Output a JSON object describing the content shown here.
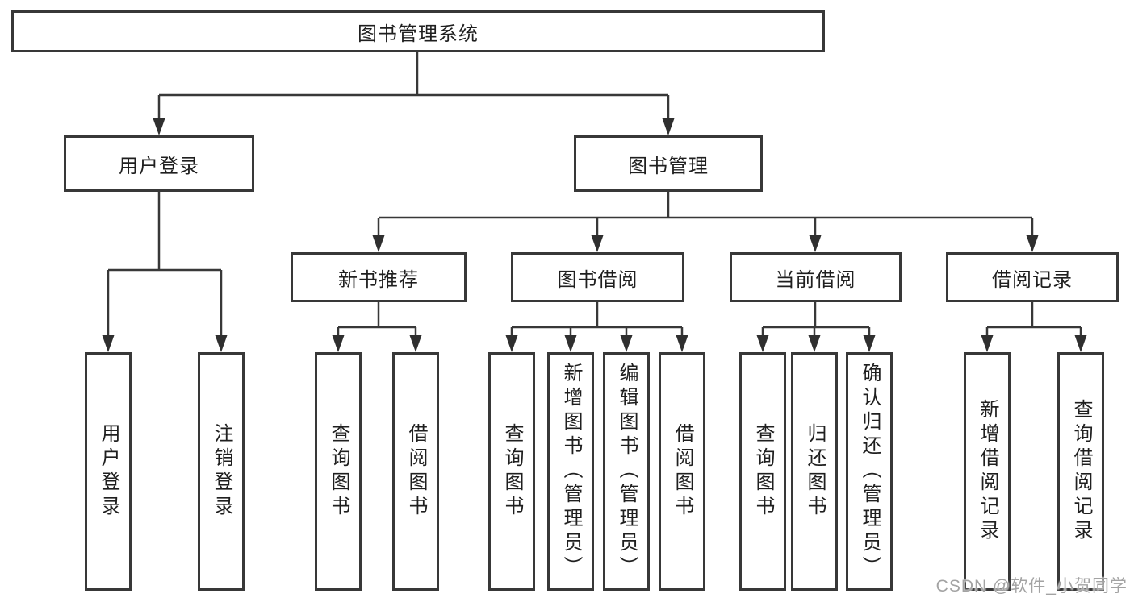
{
  "diagram_title": "图书管理系统",
  "watermark": "CSDN @软件_小贺同学",
  "colors": {
    "line": "#383838",
    "box_border": "#383838",
    "text": "#1f1f1f",
    "watermark": "#a3a3a3",
    "background": "#ffffff"
  },
  "nodes": {
    "root": {
      "label": "图书管理系统"
    },
    "level2": [
      {
        "label": "用户登录"
      },
      {
        "label": "图书管理"
      }
    ],
    "level3": [
      {
        "label": "新书推荐",
        "parent": "图书管理"
      },
      {
        "label": "图书借阅",
        "parent": "图书管理"
      },
      {
        "label": "当前借阅",
        "parent": "图书管理"
      },
      {
        "label": "借阅记录",
        "parent": "图书管理"
      }
    ],
    "leaves": [
      {
        "label": "用户登录",
        "parent": "用户登录"
      },
      {
        "label": "注销登录",
        "parent": "用户登录"
      },
      {
        "label": "查询图书",
        "parent": "新书推荐"
      },
      {
        "label": "借阅图书",
        "parent": "新书推荐"
      },
      {
        "label": "查询图书",
        "parent": "图书借阅"
      },
      {
        "label": "新增图书（管理员）",
        "parent": "图书借阅"
      },
      {
        "label": "编辑图书（管理员）",
        "parent": "图书借阅"
      },
      {
        "label": "借阅图书",
        "parent": "图书借阅"
      },
      {
        "label": "查询图书",
        "parent": "当前借阅"
      },
      {
        "label": "归还图书",
        "parent": "当前借阅"
      },
      {
        "label": "确认归还（管理员）",
        "parent": "当前借阅"
      },
      {
        "label": "新增借阅记录",
        "parent": "借阅记录"
      },
      {
        "label": "查询借阅记录",
        "parent": "借阅记录"
      }
    ]
  }
}
